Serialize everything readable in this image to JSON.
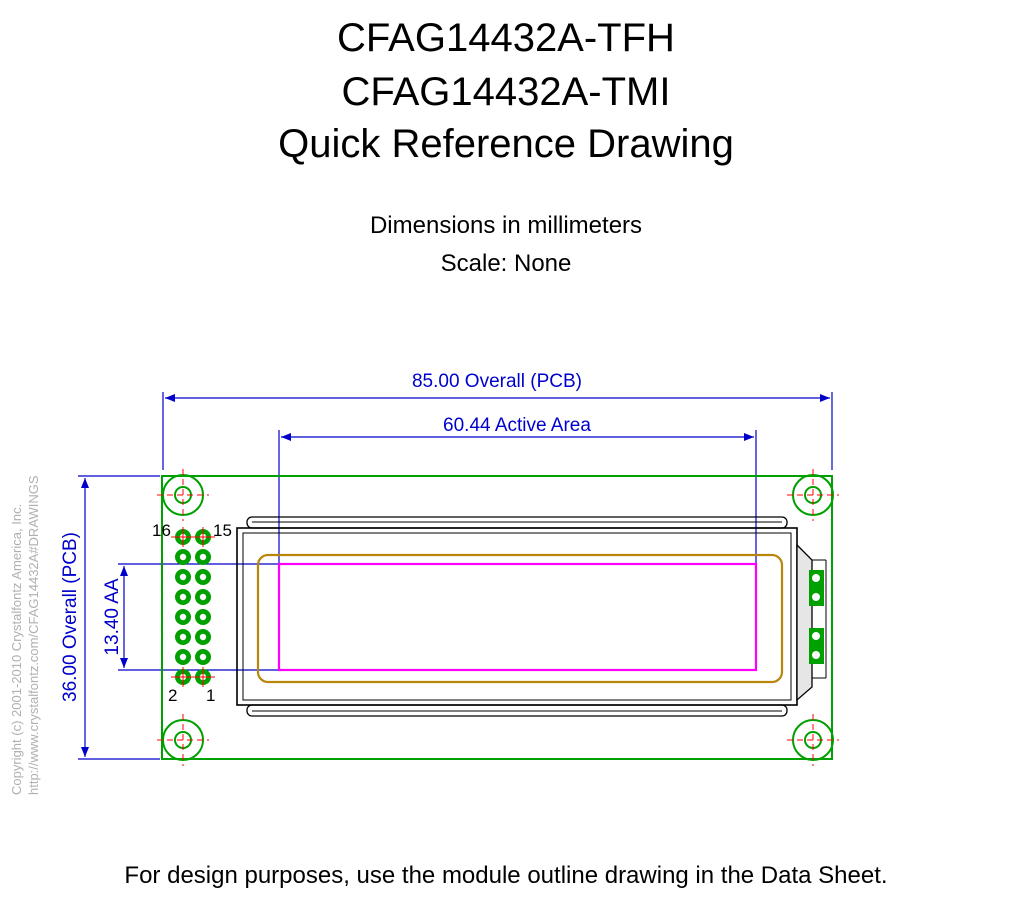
{
  "header": {
    "title_line1": "CFAG14432A-TFH",
    "title_line2": "CFAG14432A-TMI",
    "title_line3": "Quick Reference Drawing",
    "units_note": "Dimensions in millimeters",
    "scale_note": "Scale: None"
  },
  "dimensions": {
    "overall_width": "85.00  Overall (PCB)",
    "active_width": "60.44 Active Area",
    "overall_height": "36.00 Overall (PCB)",
    "active_height": "13.40 AA"
  },
  "pins": {
    "label_16": "16",
    "label_15": "15",
    "label_2": "2",
    "label_1": "1"
  },
  "copyright": {
    "line1": "Copyright (c) 2001-2010 Crystalfontz America, Inc.",
    "line2": "http://www.crystalfontz.com/CFAG14432A#DRAWINGS"
  },
  "footer": {
    "note": "For design purposes, use the module outline drawing in the Data Sheet."
  },
  "colors": {
    "pcb_outline": "#00a000",
    "dimension": "#0000cc",
    "active_area": "#ff00ff",
    "viewing_area": "#b8860b",
    "center_mark": "#ff0000"
  }
}
